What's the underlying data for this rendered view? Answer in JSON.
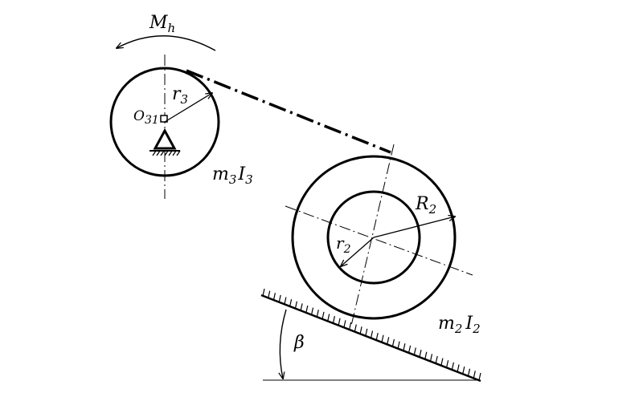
{
  "labels": {
    "moment": "M",
    "moment_sub": "h",
    "r3": "r",
    "r3_sub": "3",
    "o31": "O",
    "o31_sub": "31",
    "m3_mass": "m",
    "m3_mass_sub": "3",
    "m3_inertia": "I",
    "m3_inertia_sub": "3",
    "R2": "R",
    "R2_sub": "2",
    "r2": "r",
    "r2_sub": "2",
    "m2_mass": "m",
    "m2_mass_sub": "2",
    "m2_inertia": "I",
    "m2_inertia_sub": "2",
    "beta": "β"
  },
  "colors": {
    "ink": "#000000",
    "background": "#ffffff"
  }
}
